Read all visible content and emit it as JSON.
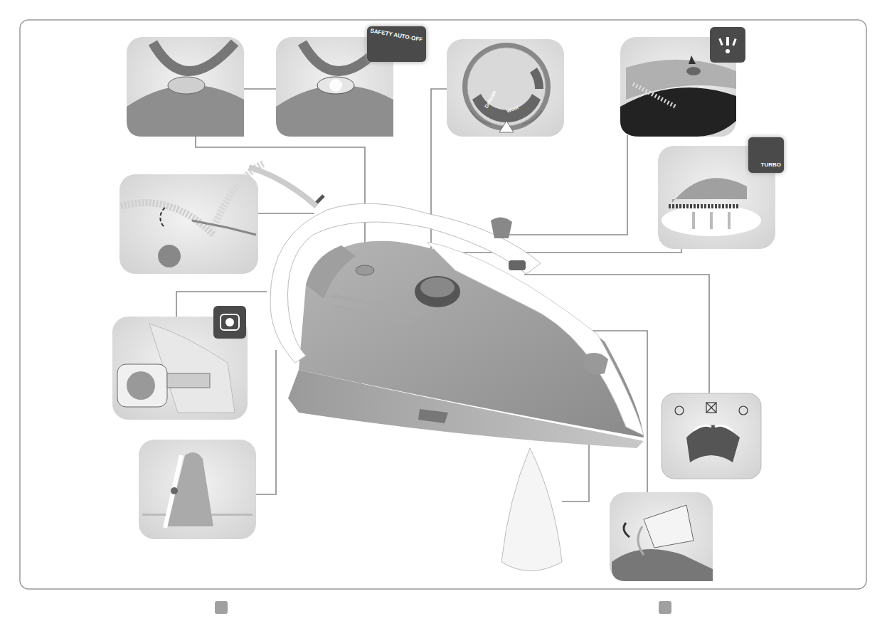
{
  "diagram": {
    "nodes": [
      {
        "text": [
          "SAFETY AUTO-OFF"
        ]
      },
      {
        "text": [
          "TURBO"
        ]
      }
    ],
    "labels": [
      "Delicate",
      "Wool"
    ]
  }
}
